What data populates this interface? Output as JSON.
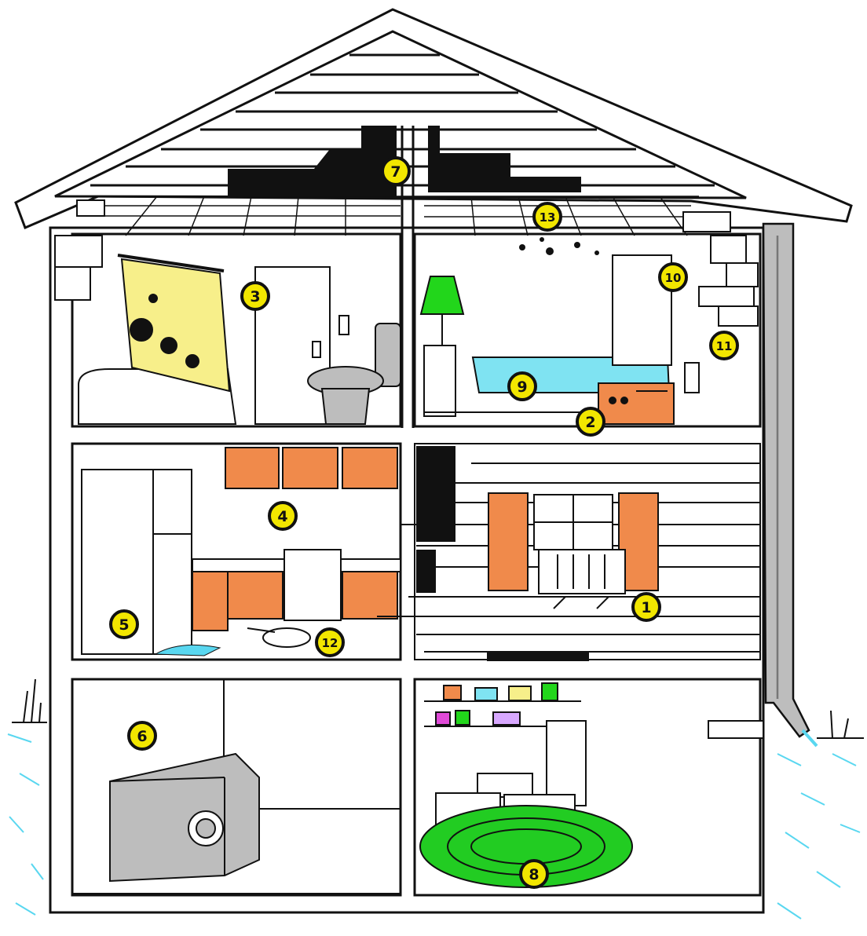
{
  "labels": [
    {
      "id": "1",
      "text": "1"
    },
    {
      "id": "2",
      "text": "2"
    },
    {
      "id": "3",
      "text": "3"
    },
    {
      "id": "4",
      "text": "4"
    },
    {
      "id": "5",
      "text": "5"
    },
    {
      "id": "6",
      "text": "6"
    },
    {
      "id": "7",
      "text": "7"
    },
    {
      "id": "8",
      "text": "8"
    },
    {
      "id": "9",
      "text": "9"
    },
    {
      "id": "10",
      "text": "10"
    },
    {
      "id": "11",
      "text": "11"
    },
    {
      "id": "12",
      "text": "12"
    },
    {
      "id": "13",
      "text": "13"
    }
  ],
  "colors": {
    "marker_fill": "#f2e600",
    "outline": "#111111",
    "cabinet": "#f08a4b",
    "curtain": "#f7ef8a",
    "bedspread": "#7fe3f2",
    "lamp": "#22d61b",
    "hose": "#22cc22",
    "appliance": "#bdbdbd",
    "water": "#59d7f0"
  }
}
